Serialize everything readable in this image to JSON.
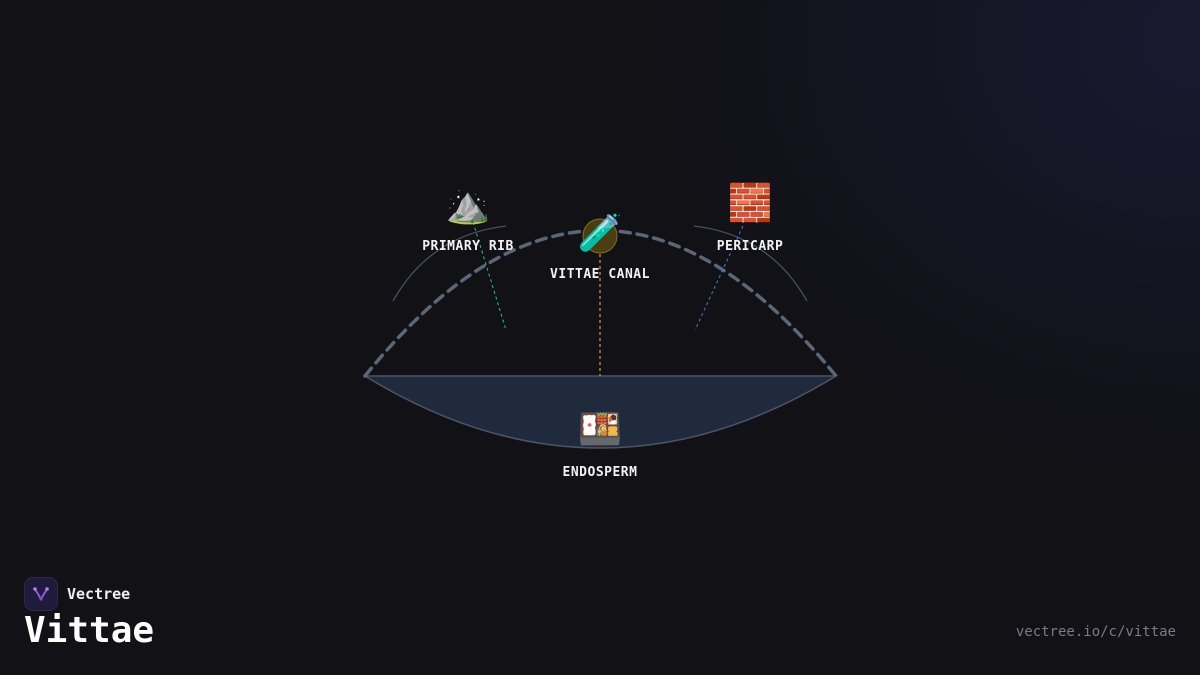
{
  "diagram": {
    "parts": [
      {
        "id": "primary-rib",
        "label": "PRIMARY RIB",
        "icon": "mountain-icon",
        "glyph": "⛰️",
        "leader_color": "#2bbf9a"
      },
      {
        "id": "vittae-canal",
        "label": "VITTAE CANAL",
        "icon": "test-tube-icon",
        "glyph": "🧪",
        "leader_color": "#c59a3a"
      },
      {
        "id": "pericarp",
        "label": "PERICARP",
        "icon": "brick-icon",
        "glyph": "🧱",
        "leader_color": "#4a7fd0"
      },
      {
        "id": "endosperm",
        "label": "ENDOSPERM",
        "icon": "bento-box-icon",
        "glyph": "🍱"
      }
    ],
    "colors": {
      "seed_fill": "#1f2a3d",
      "outline": "#4a5568",
      "dashed_arc": "#5b6678"
    }
  },
  "brand": {
    "name": "Vectree",
    "logo_icon": "vectree-logo-icon"
  },
  "title": "Vittae",
  "url": "vectree.io/c/vittae"
}
